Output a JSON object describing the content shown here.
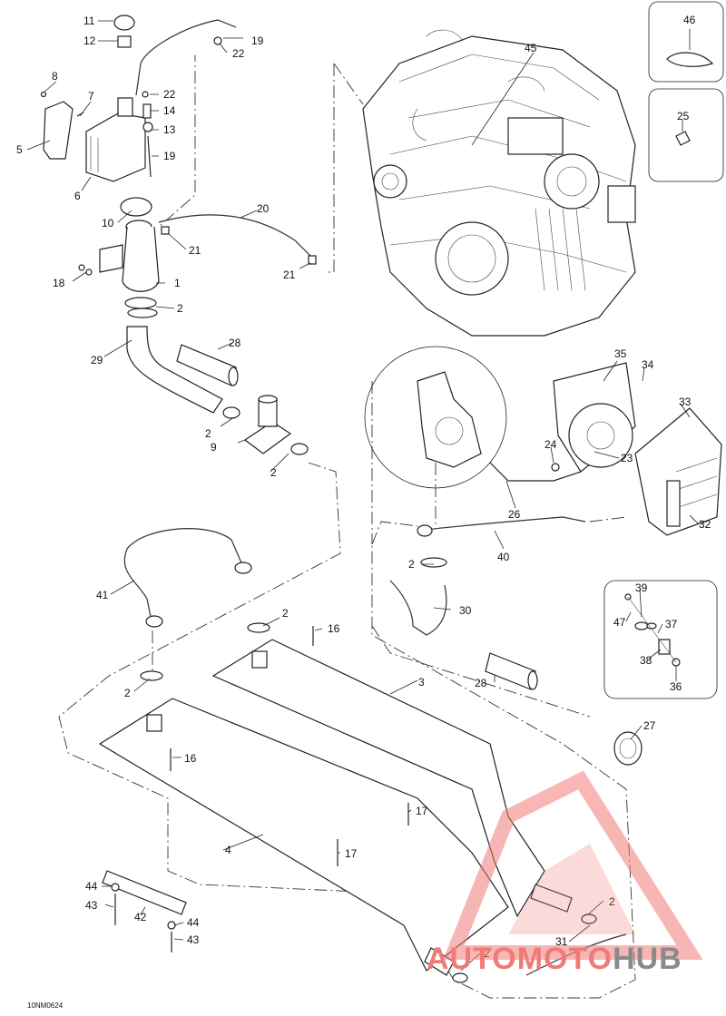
{
  "caption": "10NM0624",
  "watermark": {
    "part1": "AUTOMOTO",
    "part2": "HUB",
    "color_primary": "#f07b76",
    "color_secondary": "#8a8a8a"
  },
  "callouts": [
    {
      "id": "c11",
      "text": "11"
    },
    {
      "id": "c12",
      "text": "12"
    },
    {
      "id": "c19a",
      "text": "19"
    },
    {
      "id": "c22a",
      "text": "22"
    },
    {
      "id": "c8",
      "text": "8"
    },
    {
      "id": "c7",
      "text": "7"
    },
    {
      "id": "c22b",
      "text": "22"
    },
    {
      "id": "c14",
      "text": "14"
    },
    {
      "id": "c13",
      "text": "13"
    },
    {
      "id": "c19b",
      "text": "19"
    },
    {
      "id": "c5",
      "text": "5"
    },
    {
      "id": "c6",
      "text": "6"
    },
    {
      "id": "c10",
      "text": "10"
    },
    {
      "id": "c20",
      "text": "20"
    },
    {
      "id": "c21a",
      "text": "21"
    },
    {
      "id": "c21b",
      "text": "21"
    },
    {
      "id": "c18",
      "text": "18"
    },
    {
      "id": "c1",
      "text": "1"
    },
    {
      "id": "c2a",
      "text": "2"
    },
    {
      "id": "c28a",
      "text": "28"
    },
    {
      "id": "c29",
      "text": "29"
    },
    {
      "id": "c2b",
      "text": "2"
    },
    {
      "id": "c9",
      "text": "9"
    },
    {
      "id": "c2c",
      "text": "2"
    },
    {
      "id": "c45",
      "text": "45"
    },
    {
      "id": "c46",
      "text": "46"
    },
    {
      "id": "c25",
      "text": "25"
    },
    {
      "id": "c35",
      "text": "35"
    },
    {
      "id": "c34",
      "text": "34"
    },
    {
      "id": "c33",
      "text": "33"
    },
    {
      "id": "c24",
      "text": "24"
    },
    {
      "id": "c23",
      "text": "23"
    },
    {
      "id": "c26",
      "text": "26"
    },
    {
      "id": "c32",
      "text": "32"
    },
    {
      "id": "c40",
      "text": "40"
    },
    {
      "id": "c2d",
      "text": "2"
    },
    {
      "id": "c41",
      "text": "41"
    },
    {
      "id": "c30",
      "text": "30"
    },
    {
      "id": "c2e",
      "text": "2"
    },
    {
      "id": "c16a",
      "text": "16"
    },
    {
      "id": "c39",
      "text": "39"
    },
    {
      "id": "c47",
      "text": "47"
    },
    {
      "id": "c37",
      "text": "37"
    },
    {
      "id": "c38",
      "text": "38"
    },
    {
      "id": "c36",
      "text": "36"
    },
    {
      "id": "c3",
      "text": "3"
    },
    {
      "id": "c28b",
      "text": "28"
    },
    {
      "id": "c2f",
      "text": "2"
    },
    {
      "id": "c27",
      "text": "27"
    },
    {
      "id": "c16b",
      "text": "16"
    },
    {
      "id": "c17a",
      "text": "17"
    },
    {
      "id": "c4",
      "text": "4"
    },
    {
      "id": "c17b",
      "text": "17"
    },
    {
      "id": "c44a",
      "text": "44"
    },
    {
      "id": "c43a",
      "text": "43"
    },
    {
      "id": "c42",
      "text": "42"
    },
    {
      "id": "c44b",
      "text": "44"
    },
    {
      "id": "c43b",
      "text": "43"
    },
    {
      "id": "c2g",
      "text": "2"
    },
    {
      "id": "c31",
      "text": "31"
    },
    {
      "id": "c2h",
      "text": "2"
    }
  ]
}
